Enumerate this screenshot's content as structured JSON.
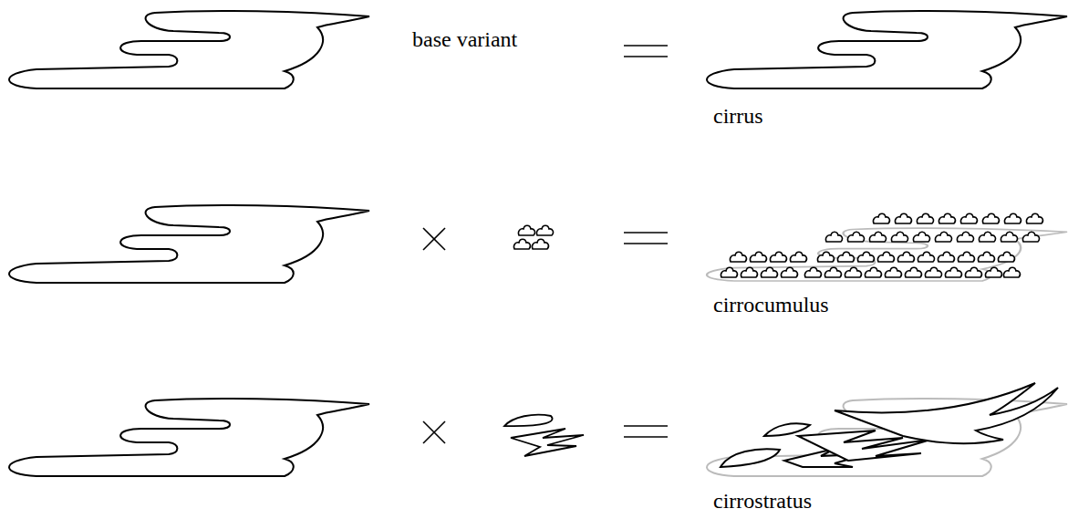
{
  "diagram": {
    "labels": [
      "base variant",
      "cirrus",
      "cirrocumulus",
      "cirrostratus"
    ]
  }
}
